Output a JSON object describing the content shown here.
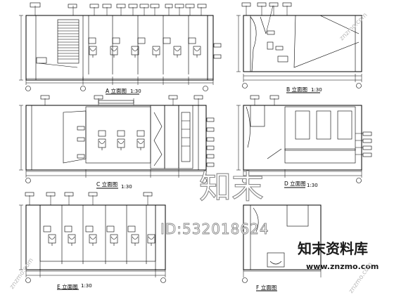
{
  "elevations": {
    "A": {
      "title": "A 立面图",
      "scale": "1:30"
    },
    "B": {
      "title": "B 立面图",
      "scale": "1:30"
    },
    "C": {
      "title": "C 立面图",
      "scale": "1:30"
    },
    "D": {
      "title": "D 立面图",
      "scale": "1:30"
    },
    "E": {
      "title": "E 立面图",
      "scale": "1:30"
    },
    "F": {
      "title": "F 立面图",
      "scale": ""
    }
  },
  "watermark": {
    "logo_text": "知末",
    "id_text": "ID:532018624",
    "site_name": "知末资料库",
    "site_url": "www.znzmo.com",
    "diagonal_text": "znzmo.com"
  }
}
